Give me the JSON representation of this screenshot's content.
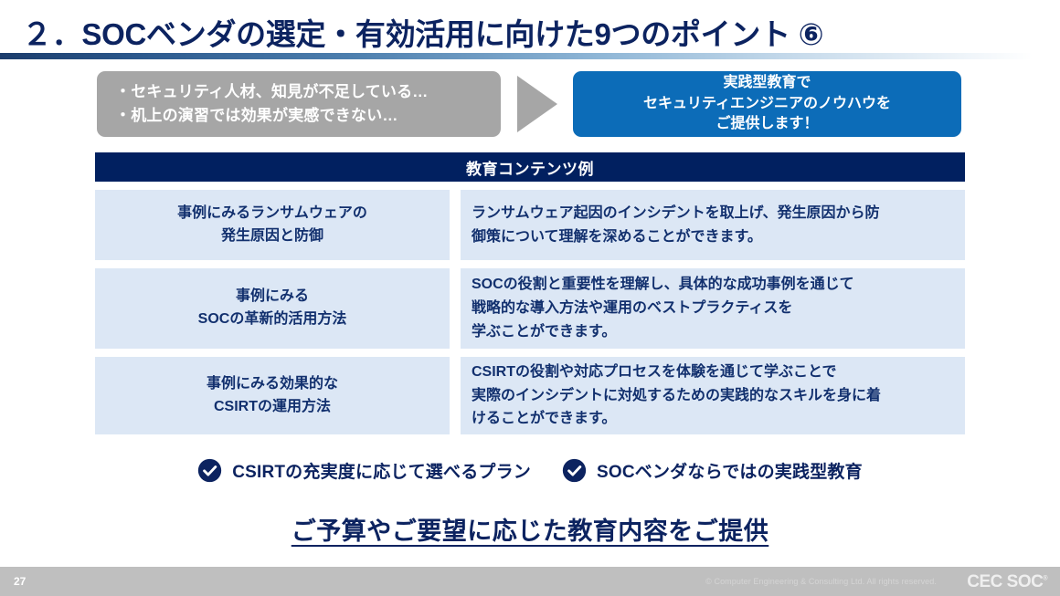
{
  "slide": {
    "title": "２．SOCベンダの選定・有効活用に向けた9つのポイント ⑥",
    "page_number": "27"
  },
  "callout": {
    "problem_box": {
      "lines": [
        "・セキュリティ人材、知見が不足している…",
        "・机上の演習では効果が実感できない…"
      ],
      "bg_color": "#a6a6a6"
    },
    "arrow": "right-triangle",
    "solution_box": {
      "lines": [
        "実践型教育で",
        "セキュリティエンジニアのノウハウを",
        "ご提供します！"
      ],
      "bg_color": "#0c6cb8"
    }
  },
  "table": {
    "header": "教育コンテンツ例",
    "header_bg": "#012060",
    "cell_bg": "#dce7f5",
    "rows": [
      {
        "title_lines": [
          "事例にみるランサムウェアの",
          "発生原因と防御"
        ],
        "desc_lines": [
          "ランサムウェア起因のインシデントを取上げ、発生原因から防",
          "御策について理解を深めることができます。"
        ]
      },
      {
        "title_lines": [
          "事例にみる",
          "SOCの革新的活用方法"
        ],
        "desc_lines": [
          "SOCの役割と重要性を理解し、具体的な成功事例を通じて",
          "戦略的な導入方法や運用のベストプラクティスを",
          "学ぶことができます。"
        ]
      },
      {
        "title_lines": [
          "事例にみる効果的な",
          "CSIRTの運用方法"
        ],
        "desc_lines": [
          "CSIRTの役割や対応プロセスを体験を通じて学ぶことで",
          "実際のインシデントに対処するための実践的なスキルを身に着",
          "けることができます。"
        ]
      }
    ]
  },
  "checks": [
    {
      "icon": "check-circle-icon",
      "label": "CSIRTの充実度に応じて選べるプラン"
    },
    {
      "icon": "check-circle-icon",
      "label": "SOCベンダならではの実践型教育"
    }
  ],
  "closing": "ご予算やご要望に応じた教育内容をご提供",
  "footer": {
    "copyright": "© Computer Engineering & Consulting Ltd. All rights reserved.",
    "logo": "CEC SOC"
  },
  "colors": {
    "navy": "#0c2360",
    "header_navy": "#012060",
    "blue": "#0c6cb8",
    "light_blue": "#dce7f5",
    "gray": "#a6a6a6",
    "footer_gray": "#bfbfbf"
  }
}
